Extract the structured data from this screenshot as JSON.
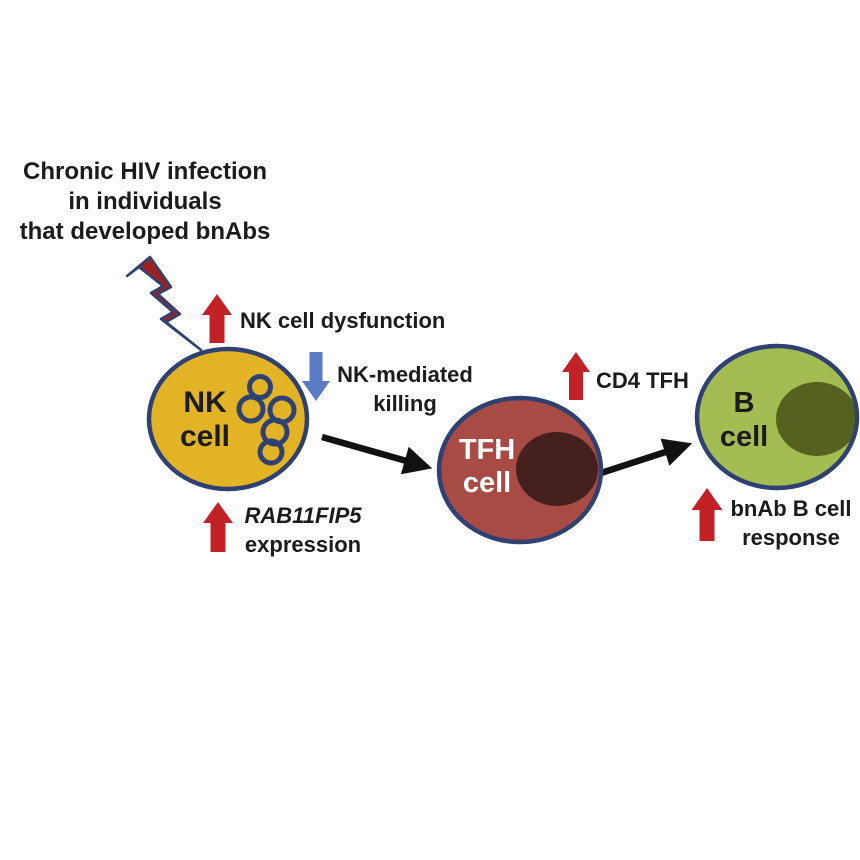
{
  "title": {
    "line1": "Chronic HIV infection",
    "line2": "in individuals",
    "line3": "that developed bnAbs"
  },
  "labels": {
    "nk_dysfunction": "NK cell dysfunction",
    "nk_mediated_line1": "NK-mediated",
    "nk_mediated_line2": "killing",
    "rab_gene": "RAB11FIP5",
    "rab_expression": "expression",
    "cd4_tfh": "CD4 TFH",
    "bnab_line1": "bnAb B cell",
    "bnab_line2": "response"
  },
  "cells": {
    "nk": {
      "line1": "NK",
      "line2": "cell"
    },
    "tfh": {
      "line1": "TFH",
      "line2": "cell"
    },
    "b": {
      "line1": "B",
      "line2": "cell"
    }
  },
  "icons": {
    "lightning_bolt": "lightning-bolt-icon",
    "red_up_arrow": "up-arrow-icon",
    "blue_down_arrow": "down-arrow-icon",
    "flow_arrow": "flow-arrow-icon"
  },
  "colors": {
    "background": "#ffffff",
    "text": "#1b1b1b",
    "cell_border": "#2e4172",
    "nk_fill": "#e2b324",
    "tfh_fill": "#a74b44",
    "tfh_nucleus": "#44211e",
    "b_fill": "#a3bd52",
    "b_nucleus": "#55611f",
    "red_arrow": "#c32128",
    "blue_arrow": "#5c7bc5",
    "bolt_fill": "#9c2123",
    "black_arrow": "#111111"
  }
}
